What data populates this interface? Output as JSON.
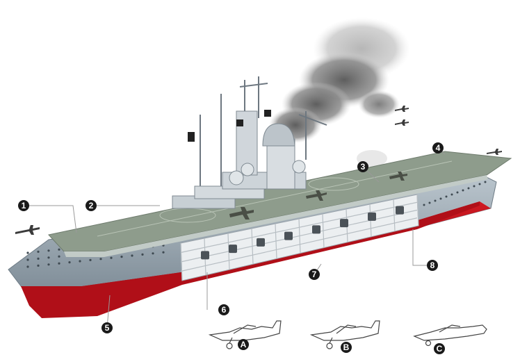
{
  "colors": {
    "background": "#ffffff",
    "hull_grey": "#a7b3bd",
    "hull_dark": "#7f8d98",
    "antifouling_red": "#c3121c",
    "deck": "#8c9a8a",
    "deck_edge": "#b9c3bf",
    "interior": "#e9ecee",
    "smoke": "#7b7b7b",
    "callout_fill": "#1a1a1a",
    "leader_line": "#9a9a9a"
  },
  "callouts": [
    {
      "id": "1",
      "label": "1"
    },
    {
      "id": "2",
      "label": "2"
    },
    {
      "id": "3",
      "label": "3"
    },
    {
      "id": "4",
      "label": "4"
    },
    {
      "id": "5",
      "label": "5"
    },
    {
      "id": "6",
      "label": "6"
    },
    {
      "id": "7",
      "label": "7"
    },
    {
      "id": "8",
      "label": "8"
    }
  ],
  "aircraft_callouts": [
    {
      "id": "A",
      "label": "A",
      "icon": "dive-bomber-icon"
    },
    {
      "id": "B",
      "label": "B",
      "icon": "dive-bomber-icon"
    },
    {
      "id": "C",
      "label": "C",
      "icon": "fighter-plane-icon"
    }
  ]
}
